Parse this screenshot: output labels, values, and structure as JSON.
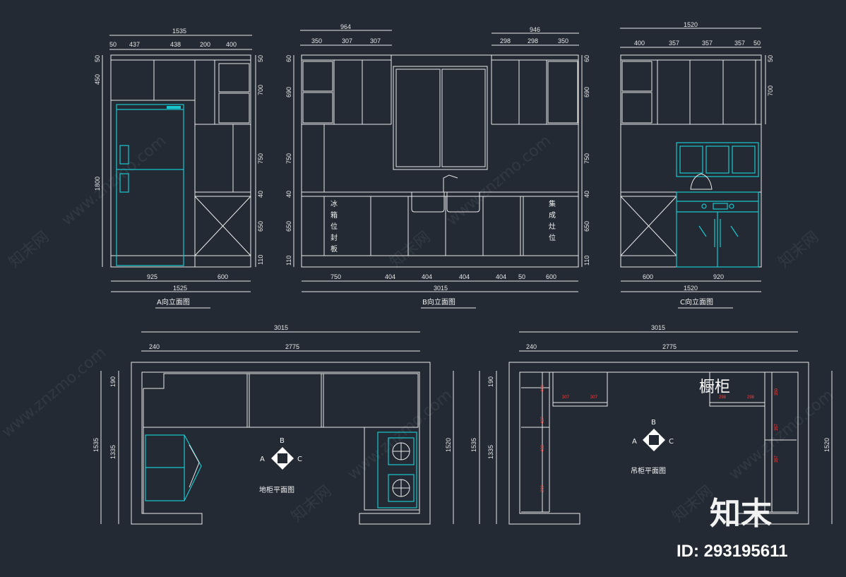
{
  "elevation_a": {
    "caption": "A向立面图",
    "top_total": "1535",
    "top_dims": [
      "50",
      "437",
      "438",
      "200",
      "400"
    ],
    "left_dims": [
      "50",
      "450",
      "1800"
    ],
    "right_dims": [
      "50",
      "700",
      "750",
      "40",
      "650",
      "110"
    ],
    "bottom_dims": [
      "925",
      "600"
    ],
    "bottom_total": "1525"
  },
  "elevation_b": {
    "caption": "B向立面图",
    "top_left_total": "964",
    "top_left_dims": [
      "350",
      "307",
      "307"
    ],
    "top_right_total": "946",
    "top_right_dims": [
      "298",
      "298",
      "350"
    ],
    "left_dims": [
      "60",
      "690",
      "750",
      "40",
      "650",
      "110"
    ],
    "right_dims": [
      "60",
      "690",
      "750",
      "40",
      "650",
      "110"
    ],
    "bottom_dims": [
      "750",
      "404",
      "404",
      "404",
      "404",
      "50",
      "600"
    ],
    "bottom_total": "3015",
    "note_fridge": [
      "冰",
      "箱",
      "位",
      "封",
      "板"
    ],
    "note_builtin": [
      "集",
      "成",
      "灶",
      "位"
    ]
  },
  "elevation_c": {
    "caption": "C向立面图",
    "top_total": "1520",
    "top_dims": [
      "400",
      "357",
      "357",
      "357",
      "50"
    ],
    "right_dims": [
      "50",
      "700"
    ],
    "bottom_dims": [
      "600",
      "920"
    ],
    "bottom_total": "1520"
  },
  "plan_base": {
    "caption": "地柜平面图",
    "top_total": "3015",
    "top_dims": [
      "240",
      "2775"
    ],
    "left_dims": [
      "190",
      "1535",
      "1335"
    ],
    "right_dim": "1520",
    "compass": {
      "b": "B",
      "a": "A",
      "c": "C"
    }
  },
  "plan_wall": {
    "caption": "吊柜平面图",
    "title": "橱柜",
    "top_total": "3015",
    "top_dims": [
      "240",
      "2775"
    ],
    "left_dims": [
      "190",
      "1535",
      "1335"
    ],
    "right_dim": "1520",
    "compass": {
      "b": "B",
      "a": "A",
      "c": "C"
    },
    "red_dims": [
      "307",
      "307",
      "298",
      "298",
      "350",
      "357",
      "357",
      "357",
      "400",
      "437",
      "438",
      "200"
    ]
  },
  "watermark": {
    "brand": "知末",
    "id_label": "ID: 293195611",
    "site": "www.znzmo.com",
    "cn": "知末网"
  },
  "colors": {
    "background": "#232a33",
    "line": "#eaeaea",
    "appliance": "#19c7cf",
    "dim_red": "#ff3b3b"
  }
}
